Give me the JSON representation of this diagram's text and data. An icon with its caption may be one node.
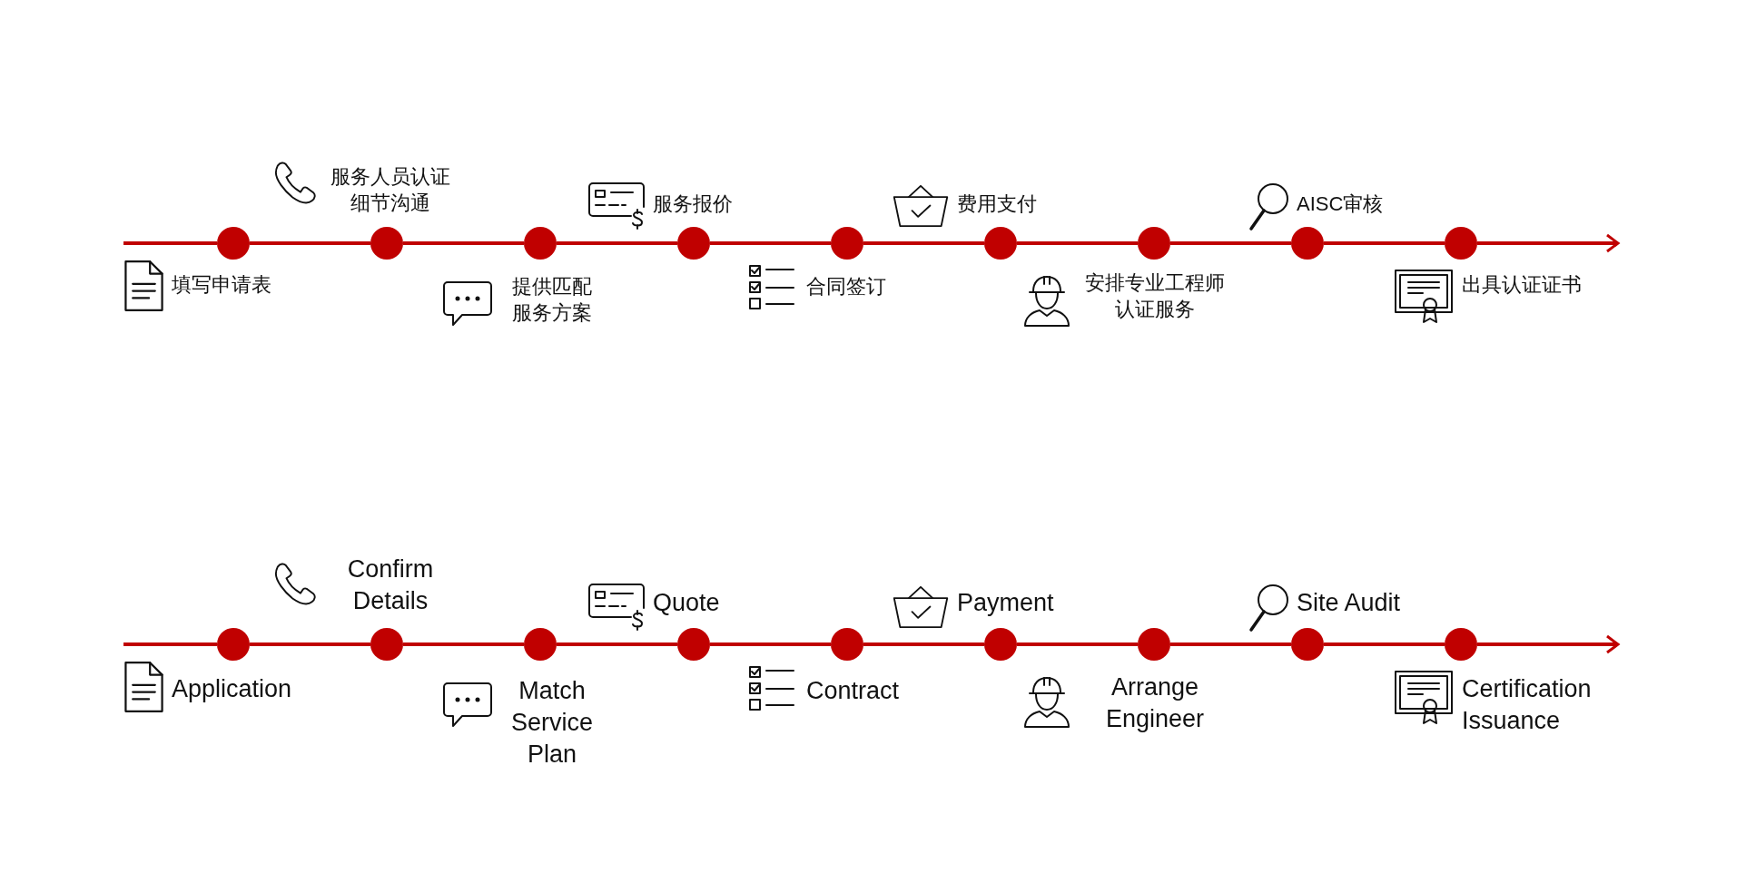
{
  "diagram": {
    "nodes": [
      {
        "text": [],
        "shape": "circle",
        "beside": [
          "填写申请表"
        ]
      },
      {
        "text": [],
        "shape": "circle",
        "beside": [
          "服务人员认证细节沟通"
        ]
      },
      {
        "text": [],
        "shape": "circle",
        "beside": [
          "提供匹配服务方案"
        ]
      },
      {
        "text": [],
        "shape": "circle",
        "beside": [
          "服务报价"
        ]
      },
      {
        "text": [],
        "shape": "circle",
        "beside": [
          "合同签订"
        ]
      },
      {
        "text": [],
        "shape": "circle",
        "beside": [
          "费用支付"
        ]
      },
      {
        "text": [],
        "shape": "circle",
        "beside": [
          "安排专业工程师认证服务"
        ]
      },
      {
        "text": [],
        "shape": "circle",
        "beside": [
          "AISC审核"
        ]
      },
      {
        "text": [],
        "shape": "circle",
        "beside": [
          "出具认证证书"
        ]
      },
      {
        "text": [],
        "shape": "circle",
        "beside": [
          "Application"
        ]
      },
      {
        "text": [],
        "shape": "circle",
        "beside": [
          "Confirm Details"
        ]
      },
      {
        "text": [],
        "shape": "circle",
        "beside": [
          "Match Service Plan"
        ]
      },
      {
        "text": [],
        "shape": "circle",
        "beside": [
          "Quote"
        ]
      },
      {
        "text": [],
        "shape": "circle",
        "beside": [
          "Contract"
        ]
      },
      {
        "text": [],
        "shape": "circle",
        "beside": [
          "Payment"
        ]
      },
      {
        "text": [],
        "shape": "circle",
        "beside": [
          "Arrange Engineer"
        ]
      },
      {
        "text": [],
        "shape": "circle",
        "beside": [
          "Site Audit"
        ]
      },
      {
        "text": [],
        "shape": "circle",
        "beside": [
          "Certification Issuance"
        ]
      }
    ],
    "edges": [
      {
        "from": null,
        "to": 0,
        "arrow": "none"
      },
      {
        "from": 0,
        "to": 1,
        "arrow": "none"
      },
      {
        "from": 1,
        "to": 2,
        "arrow": "none"
      },
      {
        "from": 2,
        "to": 3,
        "arrow": "none"
      },
      {
        "from": 3,
        "to": 4,
        "arrow": "none"
      },
      {
        "from": 4,
        "to": 5,
        "arrow": "none"
      },
      {
        "from": 5,
        "to": 6,
        "arrow": "none"
      },
      {
        "from": 6,
        "to": 7,
        "arrow": "none"
      },
      {
        "from": 7,
        "to": 8,
        "arrow": "none"
      },
      {
        "from": 8,
        "to": null,
        "arrow": "to"
      },
      {
        "from": null,
        "to": 9,
        "arrow": "none"
      },
      {
        "from": 9,
        "to": 10,
        "arrow": "none"
      },
      {
        "from": 10,
        "to": 11,
        "arrow": "none"
      },
      {
        "from": 11,
        "to": 12,
        "arrow": "none"
      },
      {
        "from": 12,
        "to": 13,
        "arrow": "none"
      },
      {
        "from": 13,
        "to": 14,
        "arrow": "none"
      },
      {
        "from": 14,
        "to": 15,
        "arrow": "none"
      },
      {
        "from": 15,
        "to": 16,
        "arrow": "none"
      },
      {
        "from": 16,
        "to": 17,
        "arrow": "none"
      },
      {
        "from": 17,
        "to": null,
        "arrow": "to"
      }
    ]
  }
}
